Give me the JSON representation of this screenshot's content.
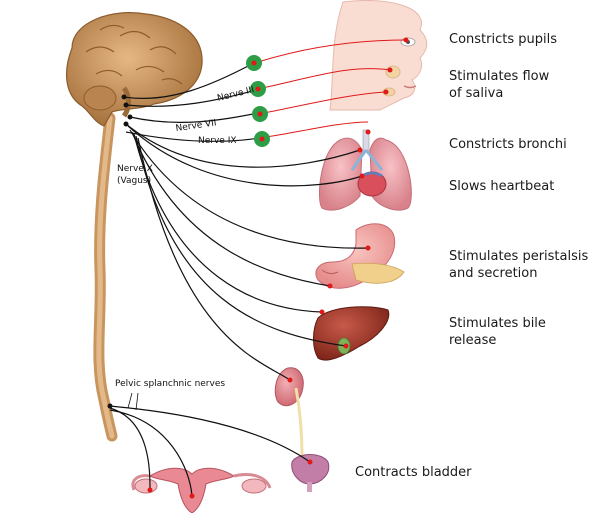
{
  "effects": {
    "pupils": "Constricts pupils",
    "saliva_1": "Stimulates flow",
    "saliva_2": "of saliva",
    "bronchi": "Constricts bronchi",
    "heart": "Slows heartbeat",
    "stomach_1": "Stimulates peristalsis",
    "stomach_2": "and secretion",
    "bile_1": "Stimulates bile",
    "bile_2": "release",
    "bladder": "Contracts bladder"
  },
  "nerves": {
    "n3": "Nerve III",
    "n7": "Nerve VII",
    "n9": "Nerve IX",
    "n10_1": "Nerve X",
    "n10_2": "(Vagus)",
    "pelvic": "Pelvic splanchnic nerves"
  },
  "colors": {
    "preganglionic": "#111111",
    "postganglionic": "#e11919",
    "ganglion": "#2e9e46",
    "brain": "#c9955e",
    "spinal_cord": "#d4a574",
    "organ": "#e88a93"
  }
}
